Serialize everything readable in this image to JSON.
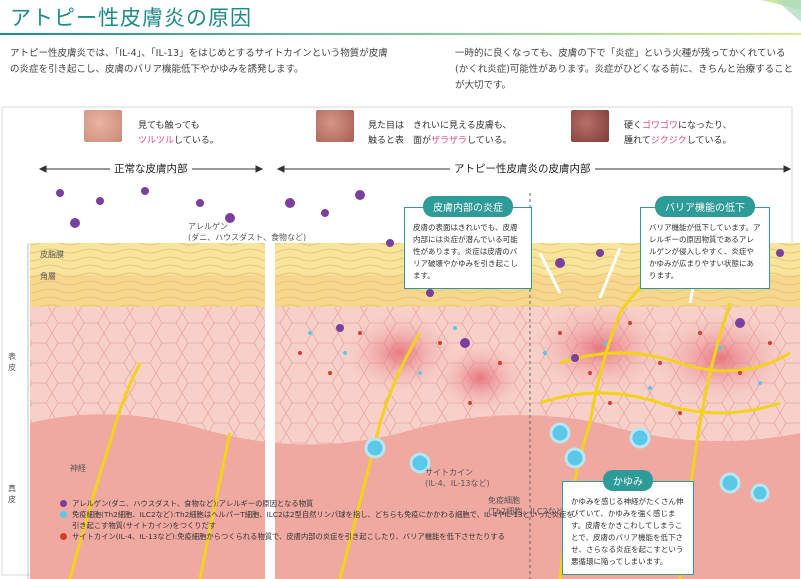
{
  "title": "アトピー性皮膚炎の原因",
  "intro": {
    "left": "アトピー性皮膚炎では、「IL-4」、「IL-13」をはじめとするサイトカインという物質が皮膚の炎症を引き起こし、皮膚のバリア機能低下やかゆみを誘発します。",
    "right": "一時的に良くなっても、皮膚の下で「炎症」という火種が残ってかくれている(かくれ炎症)可能性があります。炎症がひどくなる前に、きちんと治療することが大切です。"
  },
  "captions": [
    {
      "pre": "見ても触っても",
      "hl": "ツルツル",
      "post": "している。"
    },
    {
      "line1a": "見た目は",
      "line1b": "きれいに見える皮膚も、",
      "line2a": "触ると表",
      "line2b": "面が",
      "hl": "ザラザラ",
      "post": "している。"
    },
    {
      "line1pre": "硬く",
      "line1hl": "ゴワゴワ",
      "line1post": "になったり、",
      "line2pre": "腫れて",
      "line2hl": "ジクジク",
      "line2post": "している。"
    }
  ],
  "sections": {
    "normal": "正常な皮膚内部",
    "atopic": "アトピー性皮膚炎の皮膚内部"
  },
  "labels": {
    "allergen": "アレルゲン",
    "allergen_sub": "(ダニ、ハウスダスト、食物など)",
    "sebum": "皮脂膜",
    "stratum": "角層",
    "epidermis": "表皮",
    "dermis": "真皮",
    "nerve": "神経",
    "cytokine": "サイトカイン",
    "cytokine_sub": "(IL-4、IL-13など)",
    "immune": "免疫細胞",
    "immune_sub": "(Th2細胞、ILC2など)"
  },
  "callouts": {
    "inflammation": {
      "title": "皮膚内部の炎症",
      "body": "皮膚の表面はきれいでも、皮膚内部には炎症が潜んでいる可能性があります。炎症は皮膚のバリア破壊やかゆみを引き起こします。"
    },
    "barrier": {
      "title": "バリア機能の低下",
      "body": "バリア機能が低下しています。アレルギーの原因物質であるアレルゲンが侵入しやすく、炎症やかゆみが広まりやすい状態にあります。"
    },
    "itch": {
      "title": "かゆみ",
      "body": "かゆみを感じる神経がたくさん伸びていて、かゆみを強く感じます。皮膚をかきこわしてしまうことで、皮膚のバリア機能を低下させ、さらなる炎症を起こすという悪循環に陥ってしまいます。"
    }
  },
  "legend": [
    {
      "text": "アレルゲン(ダニ、ハウスダスト、食物など):アレルギーの原因となる物質"
    },
    {
      "text": "免疫細胞(Th2細胞、ILC2など):Th2細胞はヘルパーT細胞、ILC2は2型自然リンパ球を指し、どちらも免疫にかかわる細胞で、IL-4やIL-13といった炎症を引き起こす物質(サイトカイン)をつくりだす"
    },
    {
      "text": "サイトカイン(IL-4、IL-13など):免疫細胞からつくられる物質で、皮膚内部の炎症を引き起こしたり、バリア機能を低下させたりする"
    }
  ],
  "colors": {
    "accent": "#1f8a8c",
    "callout_header": "#2d9b98",
    "highlight": "#e0478a",
    "allergen": "#7b3f9e",
    "immune": "#5bc8e8",
    "cytokine": "#d93a2a",
    "nerve": "#f3d31a"
  }
}
